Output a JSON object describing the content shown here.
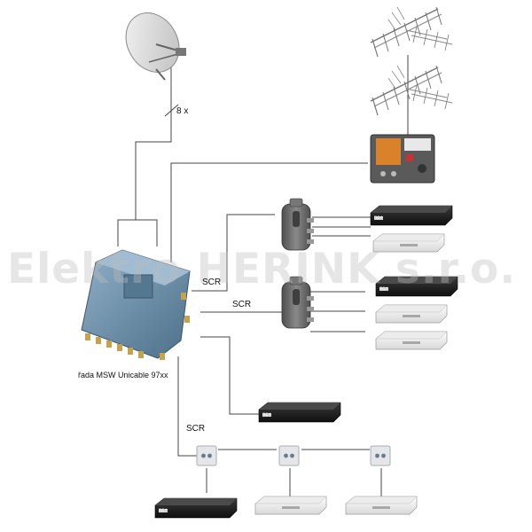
{
  "labels": {
    "dish_cable_count": "8 x",
    "scr_upper": "SCR",
    "scr_middle": "SCR",
    "scr_lower": "SCR",
    "multiswitch_caption": "řada MSW Unicable 97xx",
    "receiver_brand": "nc+"
  },
  "watermark": "Elektro HERINK s.r.o.",
  "colors": {
    "line": "#444444",
    "receiver_black": "#1e1e1e",
    "receiver_white": "#f2f2f2",
    "multiswitch_blue": "#6f8fa8",
    "splitter_grey": "#6a6a6a",
    "amplifier_orange": "#d9822b"
  },
  "icons": [
    "satellite-dish-icon",
    "terrestrial-antenna-icon",
    "amplifier-icon",
    "multiswitch-icon",
    "splitter-icon",
    "wall-socket-icon",
    "receiver-icon"
  ]
}
